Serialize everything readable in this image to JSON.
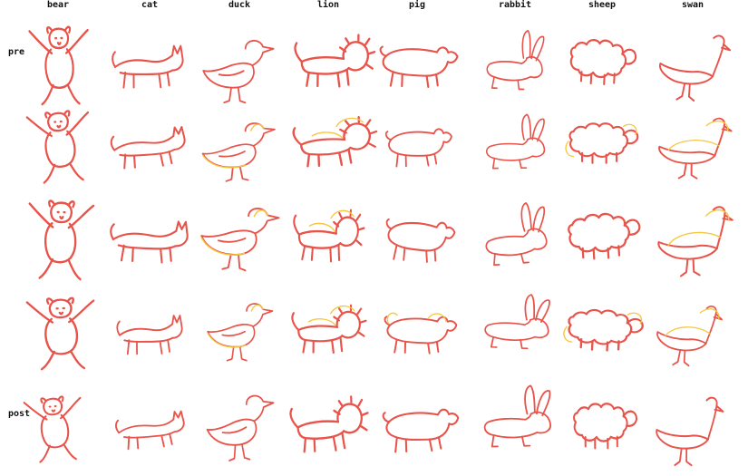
{
  "columns": [
    "bear",
    "cat",
    "duck",
    "lion",
    "pig",
    "rabbit",
    "sheep",
    "swan"
  ],
  "row_labels": [
    "pre",
    "",
    "",
    "",
    "post"
  ],
  "colors": {
    "stroke_primary": "#e8534a",
    "stroke_secondary": "#f5c842"
  },
  "cells": [
    [
      "bear-sketch",
      "cat-sketch",
      "duck-sketch",
      "lion-sketch",
      "pig-sketch",
      "rabbit-sketch",
      "sheep-sketch",
      "swan-sketch"
    ],
    [
      "bear-sketch",
      "cat-sketch",
      "duck-sketch",
      "lion-sketch",
      "pig-sketch",
      "rabbit-sketch",
      "sheep-sketch",
      "swan-sketch"
    ],
    [
      "bear-sketch",
      "cat-sketch",
      "duck-sketch",
      "lion-sketch",
      "pig-sketch",
      "rabbit-sketch",
      "sheep-sketch",
      "swan-sketch"
    ],
    [
      "bear-sketch",
      "cat-sketch",
      "duck-sketch",
      "lion-sketch",
      "pig-sketch",
      "rabbit-sketch",
      "sheep-sketch",
      "swan-sketch"
    ],
    [
      "bear-sketch",
      "cat-sketch",
      "duck-sketch",
      "lion-sketch",
      "pig-sketch",
      "rabbit-sketch",
      "sheep-sketch",
      "swan-sketch"
    ]
  ],
  "secondary_strokes": [
    [],
    [
      "duck",
      "lion",
      "sheep",
      "swan"
    ],
    [
      "duck",
      "lion",
      "swan"
    ],
    [
      "duck",
      "lion",
      "pig",
      "sheep",
      "swan"
    ],
    []
  ]
}
